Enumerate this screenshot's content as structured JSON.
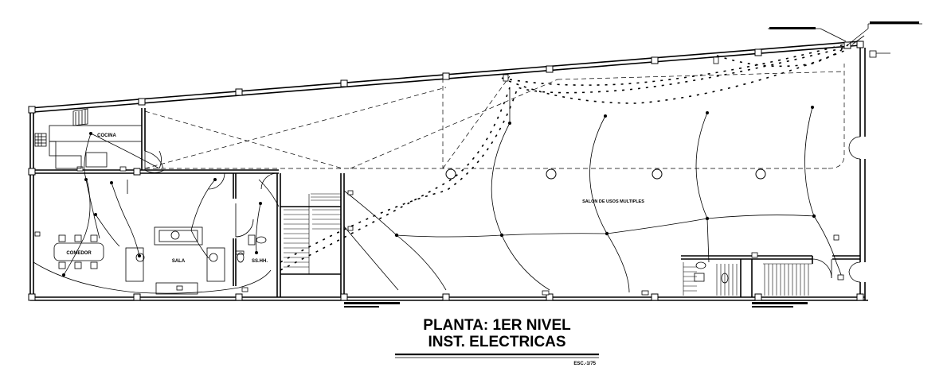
{
  "drawing": {
    "title_line1": "PLANTA: 1ER NIVEL",
    "title_line2": "INST. ELECTRICAS",
    "scale": "ESC.-1/75"
  },
  "rooms": {
    "cocina": "COCINA",
    "comedor": "COMEDOR",
    "sala": "SALA",
    "ss_hh": "SS.HH.",
    "salon": "SALON DE USOS MULTIPLES"
  },
  "colors": {
    "line": "#000000",
    "background": "#ffffff"
  }
}
